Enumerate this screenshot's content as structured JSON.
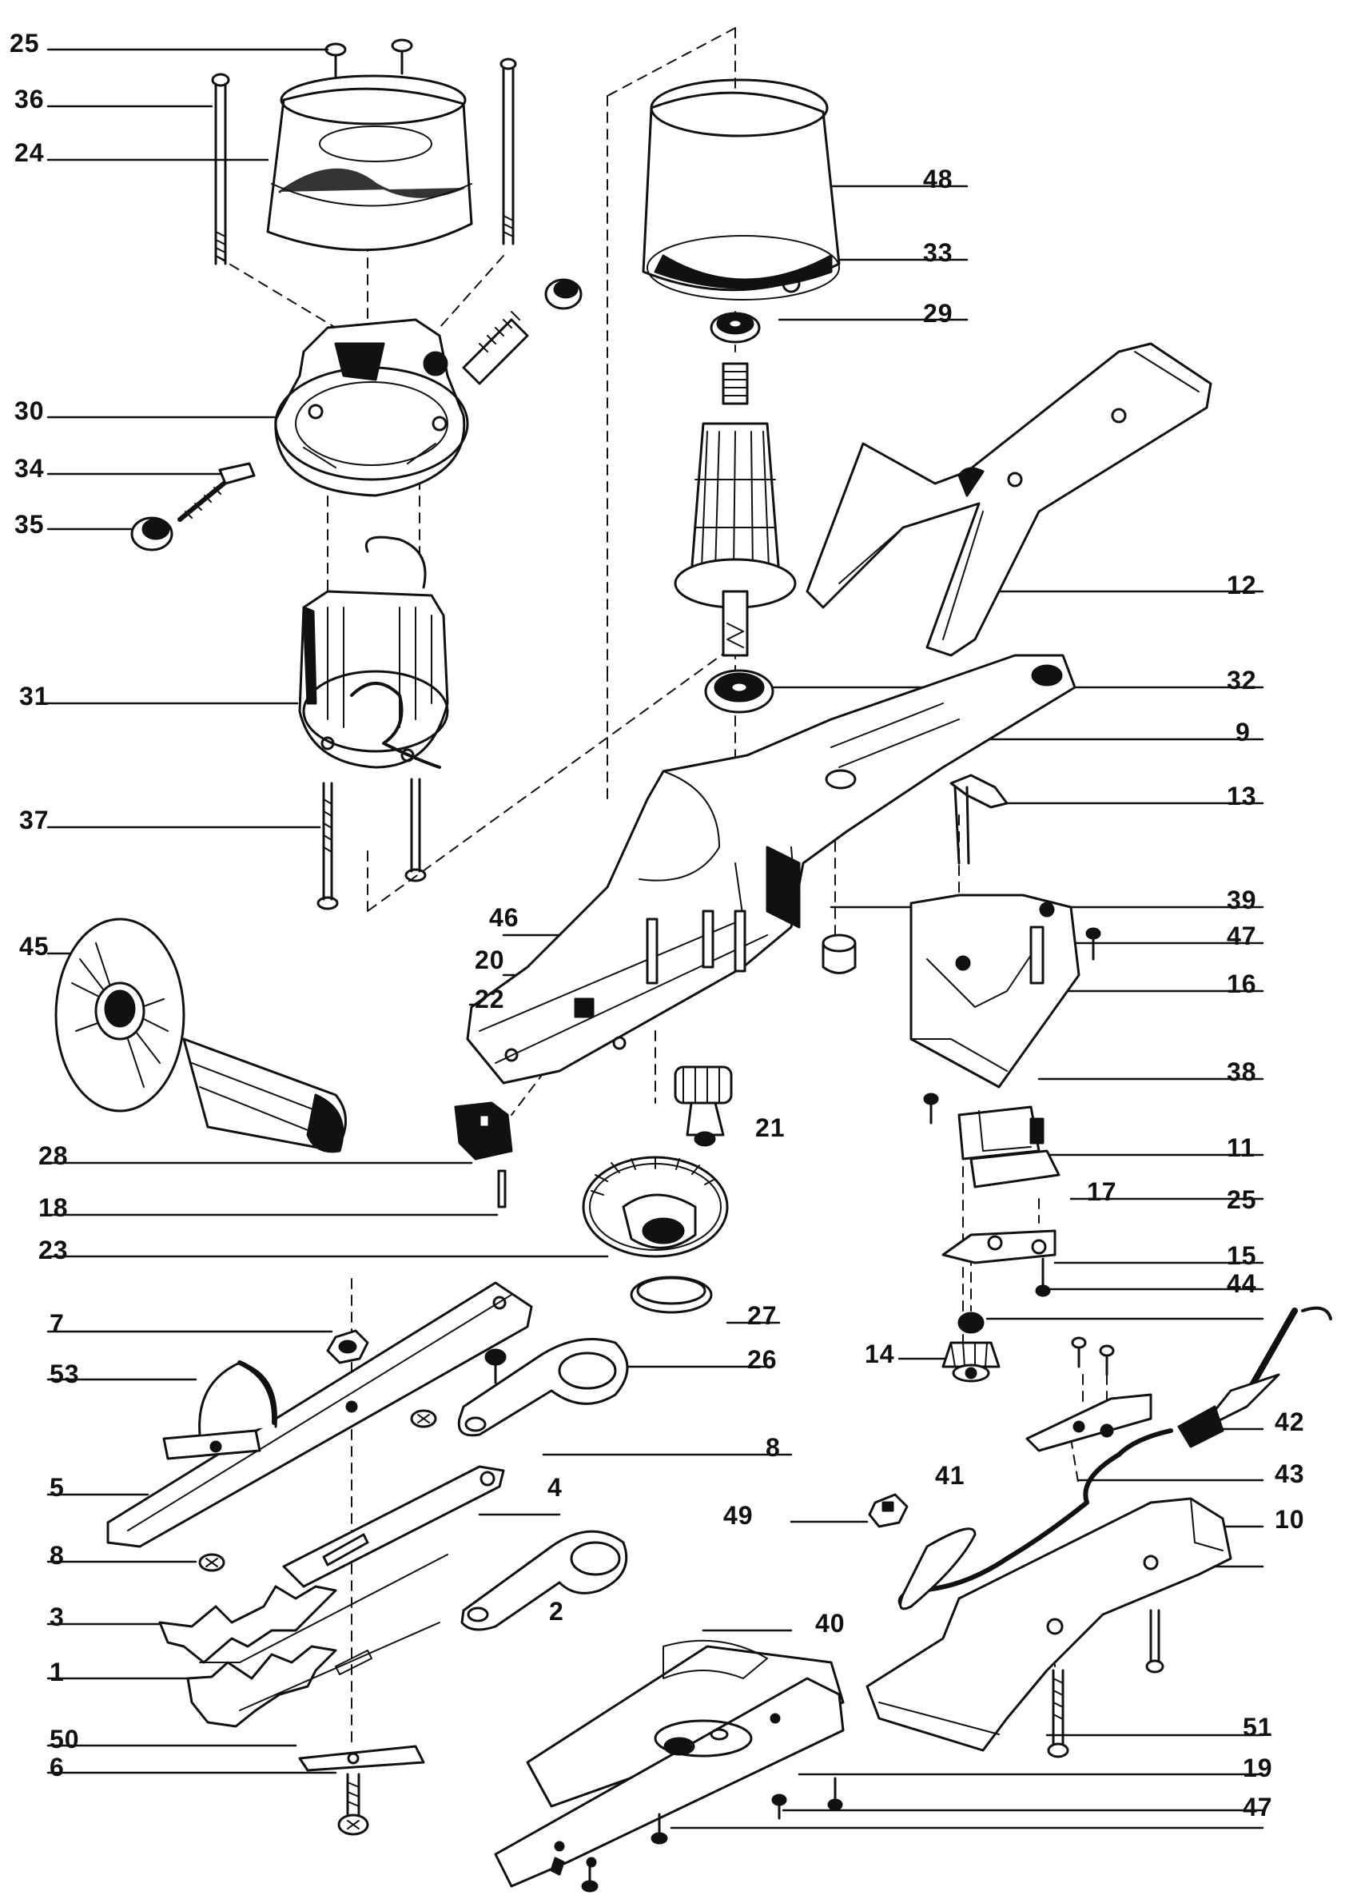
{
  "diagram": {
    "callouts_left": [
      {
        "id": "c25a",
        "text": "25"
      },
      {
        "id": "c36",
        "text": "36"
      },
      {
        "id": "c24",
        "text": "24"
      },
      {
        "id": "c30",
        "text": "30"
      },
      {
        "id": "c34",
        "text": "34"
      },
      {
        "id": "c35",
        "text": "35"
      },
      {
        "id": "c31",
        "text": "31"
      },
      {
        "id": "c37",
        "text": "37"
      },
      {
        "id": "c45",
        "text": "45"
      },
      {
        "id": "c46",
        "text": "46"
      },
      {
        "id": "c20",
        "text": "20"
      },
      {
        "id": "c22",
        "text": "22"
      },
      {
        "id": "c28",
        "text": "28"
      },
      {
        "id": "c18",
        "text": "18"
      },
      {
        "id": "c23",
        "text": "23"
      },
      {
        "id": "c7",
        "text": "7"
      },
      {
        "id": "c53",
        "text": "53"
      },
      {
        "id": "c5",
        "text": "5"
      },
      {
        "id": "c8b",
        "text": "8"
      },
      {
        "id": "c3",
        "text": "3"
      },
      {
        "id": "c1",
        "text": "1"
      },
      {
        "id": "c50",
        "text": "50"
      },
      {
        "id": "c6",
        "text": "6"
      },
      {
        "id": "c49",
        "text": "49"
      },
      {
        "id": "c14",
        "text": "14"
      }
    ],
    "callouts_right": [
      {
        "id": "c48",
        "text": "48"
      },
      {
        "id": "c33",
        "text": "33"
      },
      {
        "id": "c29",
        "text": "29"
      },
      {
        "id": "c12",
        "text": "12"
      },
      {
        "id": "c32",
        "text": "32"
      },
      {
        "id": "c9",
        "text": "9"
      },
      {
        "id": "c13",
        "text": "13"
      },
      {
        "id": "c39",
        "text": "39"
      },
      {
        "id": "c47a",
        "text": "47"
      },
      {
        "id": "c16",
        "text": "16"
      },
      {
        "id": "c38",
        "text": "38"
      },
      {
        "id": "c21",
        "text": "21"
      },
      {
        "id": "c11",
        "text": "11"
      },
      {
        "id": "c17",
        "text": "17"
      },
      {
        "id": "c25b",
        "text": "25"
      },
      {
        "id": "c15",
        "text": "15"
      },
      {
        "id": "c44",
        "text": "44"
      },
      {
        "id": "c27",
        "text": "27"
      },
      {
        "id": "c26",
        "text": "26"
      },
      {
        "id": "c8a",
        "text": "8"
      },
      {
        "id": "c4",
        "text": "4"
      },
      {
        "id": "c2",
        "text": "2"
      },
      {
        "id": "c42",
        "text": "42"
      },
      {
        "id": "c41",
        "text": "41"
      },
      {
        "id": "c43",
        "text": "43"
      },
      {
        "id": "c10",
        "text": "10"
      },
      {
        "id": "c40",
        "text": "40"
      },
      {
        "id": "c51",
        "text": "51"
      },
      {
        "id": "c19",
        "text": "19"
      },
      {
        "id": "c47b",
        "text": "47"
      }
    ]
  },
  "colors": {
    "ink": "#111111",
    "paper": "#ffffff",
    "shade": "#d9d9d9"
  }
}
